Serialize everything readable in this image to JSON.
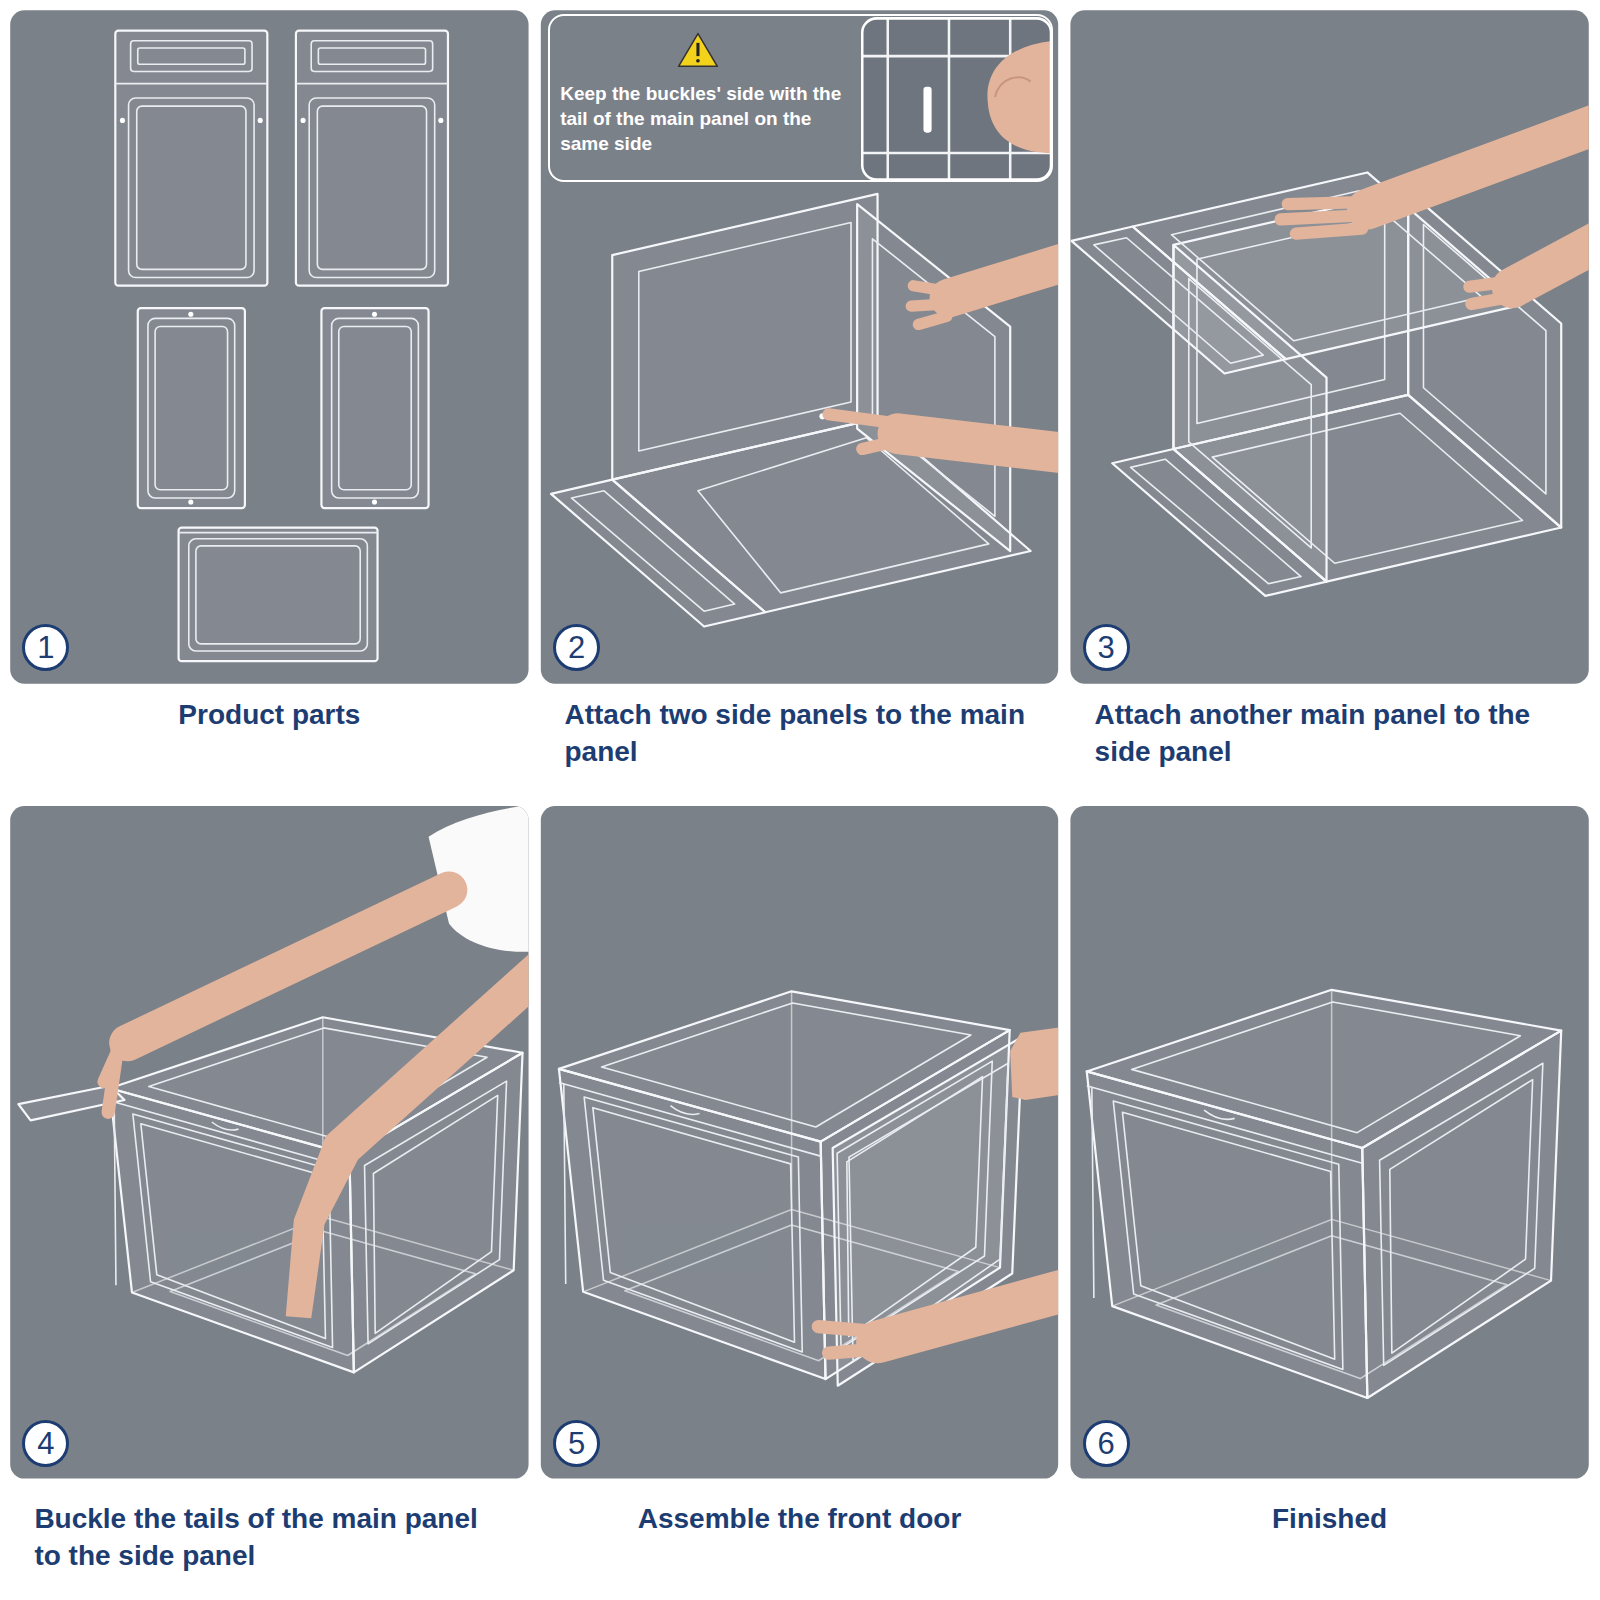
{
  "diagram": {
    "nodes": [
      {
        "text": [
          "Product parts"
        ]
      },
      {
        "text": [
          "1"
        ],
        "in": 0
      },
      {
        "text": [
          "Attach two side panels to the main panel"
        ]
      },
      {
        "text": [
          "Keep the buckles' side with the tail of the main panel on the same side"
        ],
        "in": 2
      },
      {
        "text": [
          "2"
        ],
        "in": 2
      },
      {
        "text": [
          "Attach another main panel to the side panel"
        ]
      },
      {
        "text": [
          "3"
        ],
        "in": 5
      },
      {
        "text": [
          "Buckle the tails of the main panel to the side panel"
        ]
      },
      {
        "text": [
          "4"
        ],
        "in": 7
      },
      {
        "text": [
          "Assemble the front door"
        ]
      },
      {
        "text": [
          "5"
        ],
        "in": 9
      },
      {
        "text": [
          "Finished"
        ]
      },
      {
        "text": [
          "6"
        ],
        "in": 11
      }
    ]
  }
}
